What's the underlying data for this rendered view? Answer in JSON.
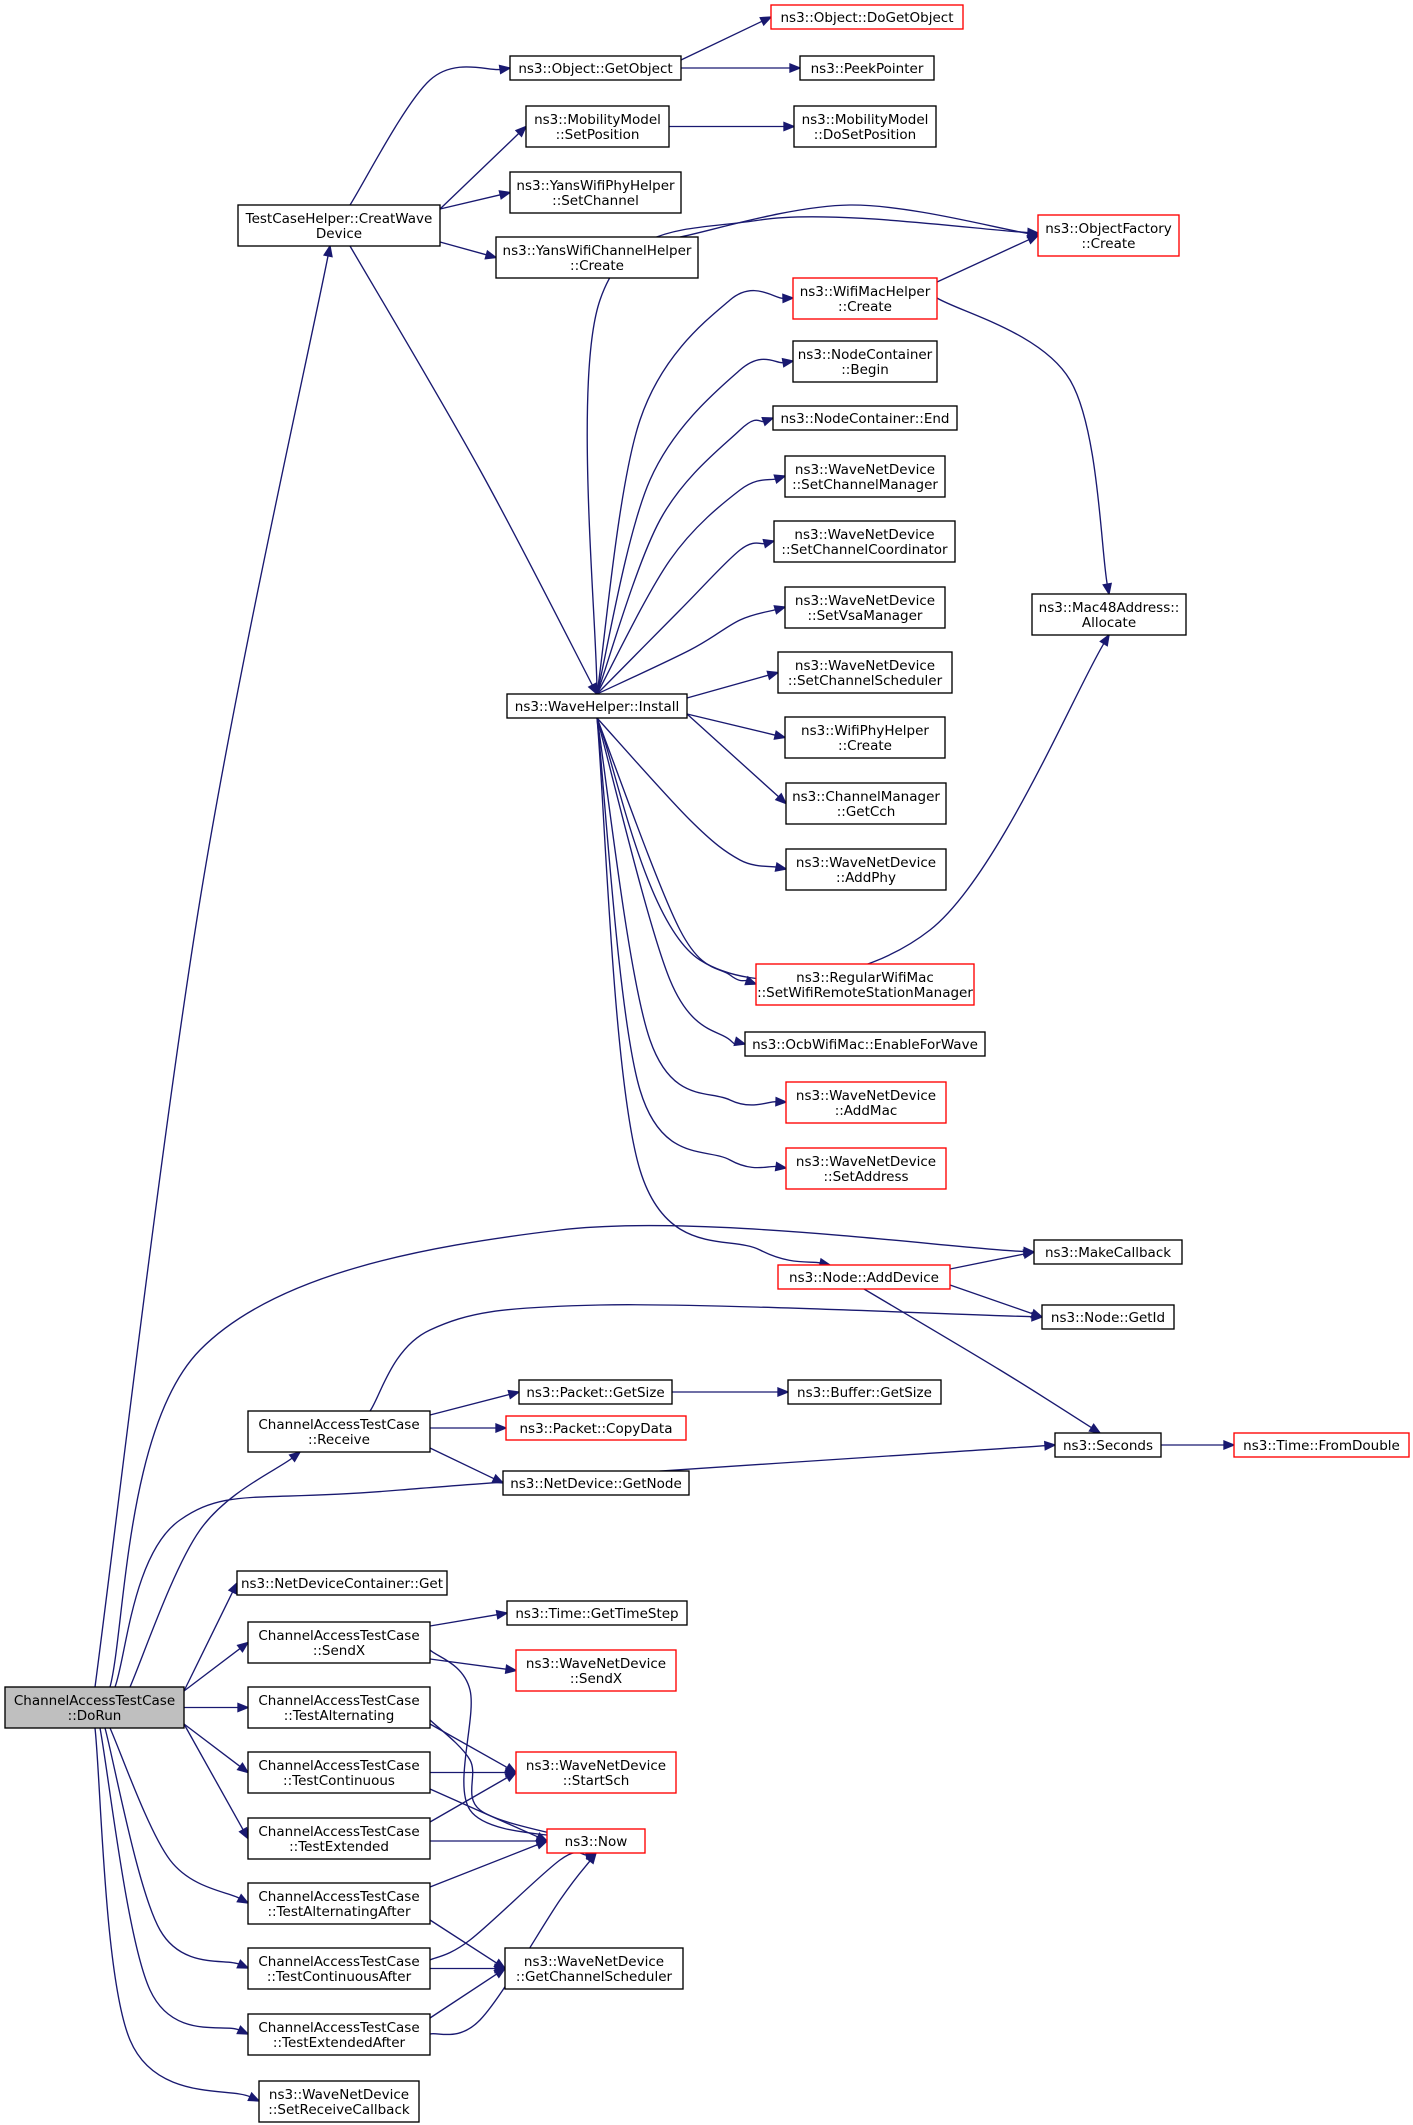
{
  "colors": {
    "edge": "#191970",
    "border_normal": "#000000",
    "border_truncated": "#ff0000",
    "fill_normal": "#ffffff",
    "fill_root": "#bfbfbf"
  },
  "nodes": [
    {
      "id": "n0",
      "lines": [
        "ChannelAccessTestCase",
        "::DoRun"
      ],
      "style": "root"
    },
    {
      "id": "n1",
      "lines": [
        "TestCaseHelper::CreatWave",
        "Device"
      ],
      "style": "normal"
    },
    {
      "id": "n2",
      "lines": [
        "ns3::Object::GetObject"
      ],
      "style": "normal"
    },
    {
      "id": "n3",
      "lines": [
        "ns3::Object::DoGetObject"
      ],
      "style": "truncated"
    },
    {
      "id": "n4",
      "lines": [
        "ns3::PeekPointer"
      ],
      "style": "normal"
    },
    {
      "id": "n5",
      "lines": [
        "ns3::MobilityModel",
        "::SetPosition"
      ],
      "style": "normal"
    },
    {
      "id": "n6",
      "lines": [
        "ns3::MobilityModel",
        "::DoSetPosition"
      ],
      "style": "normal"
    },
    {
      "id": "n7",
      "lines": [
        "ns3::YansWifiPhyHelper",
        "::SetChannel"
      ],
      "style": "normal"
    },
    {
      "id": "n8",
      "lines": [
        "ns3::YansWifiChannelHelper",
        "::Create"
      ],
      "style": "normal"
    },
    {
      "id": "n9",
      "lines": [
        "ns3::ObjectFactory",
        "::Create"
      ],
      "style": "truncated"
    },
    {
      "id": "n10",
      "lines": [
        "ns3::WaveHelper::Install"
      ],
      "style": "normal"
    },
    {
      "id": "n11",
      "lines": [
        "ns3::WifiMacHelper",
        "::Create"
      ],
      "style": "truncated"
    },
    {
      "id": "n12",
      "lines": [
        "ns3::NodeContainer",
        "::Begin"
      ],
      "style": "normal"
    },
    {
      "id": "n13",
      "lines": [
        "ns3::NodeContainer::End"
      ],
      "style": "normal"
    },
    {
      "id": "n14",
      "lines": [
        "ns3::WaveNetDevice",
        "::SetChannelManager"
      ],
      "style": "normal"
    },
    {
      "id": "n15",
      "lines": [
        "ns3::WaveNetDevice",
        "::SetChannelCoordinator"
      ],
      "style": "normal"
    },
    {
      "id": "n16",
      "lines": [
        "ns3::WaveNetDevice",
        "::SetVsaManager"
      ],
      "style": "normal"
    },
    {
      "id": "n17",
      "lines": [
        "ns3::WaveNetDevice",
        "::SetChannelScheduler"
      ],
      "style": "normal"
    },
    {
      "id": "n18",
      "lines": [
        "ns3::WifiPhyHelper",
        "::Create"
      ],
      "style": "normal"
    },
    {
      "id": "n19",
      "lines": [
        "ns3::ChannelManager",
        "::GetCch"
      ],
      "style": "normal"
    },
    {
      "id": "n20",
      "lines": [
        "ns3::WaveNetDevice",
        "::AddPhy"
      ],
      "style": "normal"
    },
    {
      "id": "n21",
      "lines": [
        "ns3::Mac48Address::",
        "Allocate"
      ],
      "style": "normal"
    },
    {
      "id": "n22",
      "lines": [
        "ns3::RegularWifiMac",
        "::SetWifiRemoteStationManager"
      ],
      "style": "truncated"
    },
    {
      "id": "n23",
      "lines": [
        "ns3::OcbWifiMac::EnableForWave"
      ],
      "style": "normal"
    },
    {
      "id": "n24",
      "lines": [
        "ns3::WaveNetDevice",
        "::AddMac"
      ],
      "style": "truncated"
    },
    {
      "id": "n25",
      "lines": [
        "ns3::WaveNetDevice",
        "::SetAddress"
      ],
      "style": "truncated"
    },
    {
      "id": "n26",
      "lines": [
        "ns3::Node::AddDevice"
      ],
      "style": "truncated"
    },
    {
      "id": "n27",
      "lines": [
        "ns3::MakeCallback"
      ],
      "style": "normal"
    },
    {
      "id": "n28",
      "lines": [
        "ns3::Node::GetId"
      ],
      "style": "normal"
    },
    {
      "id": "n29",
      "lines": [
        "ns3::Seconds"
      ],
      "style": "normal"
    },
    {
      "id": "n30",
      "lines": [
        "ns3::Time::FromDouble"
      ],
      "style": "truncated"
    },
    {
      "id": "n31",
      "lines": [
        "ChannelAccessTestCase",
        "::Receive"
      ],
      "style": "normal"
    },
    {
      "id": "n32",
      "lines": [
        "ns3::Packet::GetSize"
      ],
      "style": "normal"
    },
    {
      "id": "n33",
      "lines": [
        "ns3::Buffer::GetSize"
      ],
      "style": "normal"
    },
    {
      "id": "n34",
      "lines": [
        "ns3::Packet::CopyData"
      ],
      "style": "truncated"
    },
    {
      "id": "n35",
      "lines": [
        "ns3::NetDevice::GetNode"
      ],
      "style": "normal"
    },
    {
      "id": "n36",
      "lines": [
        "ns3::NetDeviceContainer::Get"
      ],
      "style": "normal"
    },
    {
      "id": "n37",
      "lines": [
        "ChannelAccessTestCase",
        "::SendX"
      ],
      "style": "normal"
    },
    {
      "id": "n38",
      "lines": [
        "ns3::Time::GetTimeStep"
      ],
      "style": "normal"
    },
    {
      "id": "n39",
      "lines": [
        "ns3::WaveNetDevice",
        "::SendX"
      ],
      "style": "truncated"
    },
    {
      "id": "n40",
      "lines": [
        "ChannelAccessTestCase",
        "::TestAlternating"
      ],
      "style": "normal"
    },
    {
      "id": "n41",
      "lines": [
        "ns3::WaveNetDevice",
        "::StartSch"
      ],
      "style": "truncated"
    },
    {
      "id": "n42",
      "lines": [
        "ns3::Now"
      ],
      "style": "truncated"
    },
    {
      "id": "n43",
      "lines": [
        "ChannelAccessTestCase",
        "::TestContinuous"
      ],
      "style": "normal"
    },
    {
      "id": "n44",
      "lines": [
        "ChannelAccessTestCase",
        "::TestExtended"
      ],
      "style": "normal"
    },
    {
      "id": "n45",
      "lines": [
        "ChannelAccessTestCase",
        "::TestAlternatingAfter"
      ],
      "style": "normal"
    },
    {
      "id": "n46",
      "lines": [
        "ns3::WaveNetDevice",
        "::GetChannelScheduler"
      ],
      "style": "normal"
    },
    {
      "id": "n47",
      "lines": [
        "ChannelAccessTestCase",
        "::TestContinuousAfter"
      ],
      "style": "normal"
    },
    {
      "id": "n48",
      "lines": [
        "ChannelAccessTestCase",
        "::TestExtendedAfter"
      ],
      "style": "normal"
    },
    {
      "id": "n49",
      "lines": [
        "ns3::WaveNetDevice",
        "::SetReceiveCallback"
      ],
      "style": "normal"
    }
  ],
  "edges": [
    [
      "n0",
      "n1"
    ],
    [
      "n0",
      "n31"
    ],
    [
      "n0",
      "n27"
    ],
    [
      "n0",
      "n29"
    ],
    [
      "n0",
      "n36"
    ],
    [
      "n0",
      "n37"
    ],
    [
      "n0",
      "n40"
    ],
    [
      "n0",
      "n43"
    ],
    [
      "n0",
      "n44"
    ],
    [
      "n0",
      "n45"
    ],
    [
      "n0",
      "n47"
    ],
    [
      "n0",
      "n48"
    ],
    [
      "n0",
      "n49"
    ],
    [
      "n1",
      "n2"
    ],
    [
      "n1",
      "n5"
    ],
    [
      "n1",
      "n7"
    ],
    [
      "n1",
      "n8"
    ],
    [
      "n1",
      "n10"
    ],
    [
      "n2",
      "n3"
    ],
    [
      "n2",
      "n4"
    ],
    [
      "n5",
      "n6"
    ],
    [
      "n8",
      "n9"
    ],
    [
      "n10",
      "n9"
    ],
    [
      "n10",
      "n11"
    ],
    [
      "n10",
      "n12"
    ],
    [
      "n10",
      "n13"
    ],
    [
      "n10",
      "n14"
    ],
    [
      "n10",
      "n15"
    ],
    [
      "n10",
      "n16"
    ],
    [
      "n10",
      "n17"
    ],
    [
      "n10",
      "n18"
    ],
    [
      "n10",
      "n19"
    ],
    [
      "n10",
      "n20"
    ],
    [
      "n10",
      "n21"
    ],
    [
      "n10",
      "n22"
    ],
    [
      "n10",
      "n23"
    ],
    [
      "n10",
      "n24"
    ],
    [
      "n10",
      "n25"
    ],
    [
      "n10",
      "n26"
    ],
    [
      "n11",
      "n9"
    ],
    [
      "n11",
      "n21"
    ],
    [
      "n26",
      "n27"
    ],
    [
      "n26",
      "n28"
    ],
    [
      "n26",
      "n29"
    ],
    [
      "n29",
      "n30"
    ],
    [
      "n31",
      "n28"
    ],
    [
      "n31",
      "n32"
    ],
    [
      "n31",
      "n34"
    ],
    [
      "n31",
      "n35"
    ],
    [
      "n32",
      "n33"
    ],
    [
      "n37",
      "n38"
    ],
    [
      "n37",
      "n39"
    ],
    [
      "n37",
      "n42"
    ],
    [
      "n40",
      "n41"
    ],
    [
      "n40",
      "n42"
    ],
    [
      "n43",
      "n41"
    ],
    [
      "n43",
      "n42"
    ],
    [
      "n44",
      "n41"
    ],
    [
      "n44",
      "n42"
    ],
    [
      "n45",
      "n42"
    ],
    [
      "n45",
      "n46"
    ],
    [
      "n47",
      "n42"
    ],
    [
      "n47",
      "n46"
    ],
    [
      "n48",
      "n42"
    ],
    [
      "n48",
      "n46"
    ]
  ]
}
